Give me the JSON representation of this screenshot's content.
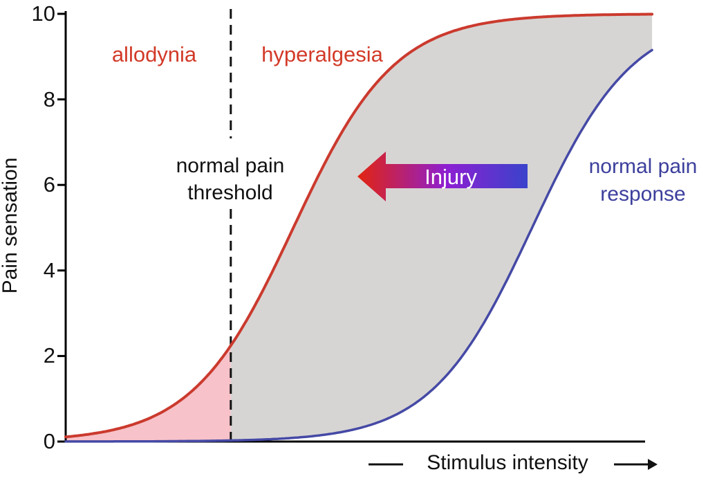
{
  "chart_data": {
    "type": "line",
    "title": "",
    "xlabel": "Stimulus intensity",
    "ylabel": "Pain sensation",
    "ylim": [
      0,
      10
    ],
    "yticks": [
      0,
      2,
      4,
      6,
      8,
      10
    ],
    "xticks": [],
    "grid": false,
    "x_axis_units": [
      0,
      10
    ],
    "x_draw_end": 10.12,
    "threshold_x": 2.85,
    "series": [
      {
        "name": "injured pain response (allodynia / hyperalgesia, left-shifted)",
        "color": "#cb3a2e",
        "model": "logistic",
        "L": 10,
        "k": 1.148,
        "x0": 3.93,
        "x": [
          0,
          0.5,
          1,
          1.5,
          2,
          2.5,
          3,
          3.5,
          4,
          4.5,
          5,
          5.5,
          6,
          6.5,
          7,
          7.5,
          8,
          8.5,
          9,
          9.5,
          10
        ],
        "y": [
          0.11,
          0.19,
          0.33,
          0.58,
          0.98,
          1.62,
          2.56,
          3.79,
          5.2,
          6.58,
          7.74,
          8.59,
          9.15,
          9.5,
          9.71,
          9.84,
          9.91,
          9.95,
          9.97,
          9.98,
          9.99
        ]
      },
      {
        "name": "normal pain response",
        "color": "#4549a5",
        "model": "logistic",
        "L": 10,
        "k": 1.15,
        "x0": 8.05,
        "x": [
          0,
          0.5,
          1,
          1.5,
          2,
          2.5,
          3,
          3.5,
          4,
          4.5,
          5,
          5.5,
          6,
          6.5,
          7,
          7.5,
          8,
          8.5,
          9,
          9.5,
          10
        ],
        "y": [
          0.0,
          0.0,
          0.0,
          0.01,
          0.01,
          0.02,
          0.03,
          0.05,
          0.09,
          0.17,
          0.29,
          0.51,
          0.86,
          1.44,
          2.3,
          3.47,
          4.86,
          6.27,
          7.49,
          8.42,
          9.04
        ]
      }
    ],
    "regions": [
      {
        "name": "allodynia",
        "fill": "#f7c2c9",
        "x_range": [
          0,
          2.85
        ],
        "between": [
          "injured curve",
          "baseline y=0"
        ]
      },
      {
        "name": "hyperalgesia",
        "fill": "#d7d5d3",
        "x_range": [
          2.85,
          10.12
        ],
        "between": [
          "injured curve",
          "normal curve"
        ]
      }
    ],
    "annotations": {
      "threshold_line": "dashed vertical line at normal pain threshold",
      "injury_arrow": "leftward arrow labeled Injury, gradient blue to red, indicating leftward shift of curve after injury"
    },
    "labels": {
      "allodynia": "allodynia",
      "hyperalgesia": "hyperalgesia",
      "threshold_line1": "normal pain",
      "threshold_line2": "threshold",
      "injury": "Injury",
      "response_line1": "normal pain",
      "response_line2": "response",
      "xlabel": "Stimulus intensity",
      "ylabel": "Pain sensation"
    },
    "colors": {
      "red_curve": "#cb3a2e",
      "blue_curve": "#4549a5",
      "pink_fill": "#f7c2c9",
      "gray_fill": "#d7d5d3",
      "red_text": "#d23a28",
      "blue_text": "#3c3f9c",
      "injury_text": "#ffffff",
      "axis": "#000000",
      "dashed_line": "#111111",
      "arrow_gradient": [
        "#e02414",
        "#8d1fd2",
        "#3a43cb"
      ]
    }
  }
}
